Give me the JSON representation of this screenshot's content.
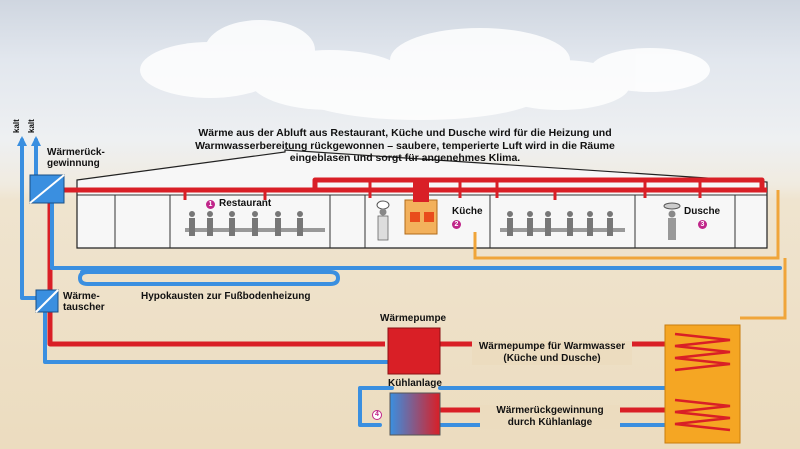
{
  "caption": "Wärme aus der Abluft aus Restaurant, Küche und Dusche wird für die Heizung und Warmwasserbereitung rückgewonnen – saubere, temperierte Luft wird in die Räume eingeblasen und sorgt für angenehmes Klima.",
  "labels": {
    "kalt_1": "kalt",
    "kalt_2": "kalt",
    "waermerueckgewinnung_line1": "Wärmerück-",
    "waermerueckgewinnung_line2": "gewinnung",
    "waermetauscher_line1": "Wärme-",
    "waermetauscher_line2": "tauscher",
    "restaurant": "Restaurant",
    "kueche": "Küche",
    "dusche": "Dusche",
    "hypokausten": "Hypokausten zur Fußbodenheizung",
    "waermepumpe": "Wärmepumpe",
    "kuehlanlage": "Kühlanlage",
    "wp_warmwasser_line1": "Wärmepumpe für Warmwasser",
    "wp_warmwasser_line2": "(Küche und Dusche)",
    "wrg_kuehl_line1": "Wärmerückgewinnung",
    "wrg_kuehl_line2": "durch Kühlanlage"
  },
  "markers": {
    "restaurant": "1",
    "kueche": "2",
    "dusche": "3",
    "kuehlanlage": "4"
  },
  "colors": {
    "hot_pipe": "#d91f26",
    "cold_pipe": "#3a8fe0",
    "warm_pipe": "#f0a53a",
    "marker": "#c0268a",
    "tank": "#f5a623",
    "heat_pump": "#d91f26"
  },
  "icons": {
    "diners": "people-silhouette",
    "chef": "chef-figure",
    "shower": "shower-figure",
    "hood": "kitchen-hood"
  }
}
